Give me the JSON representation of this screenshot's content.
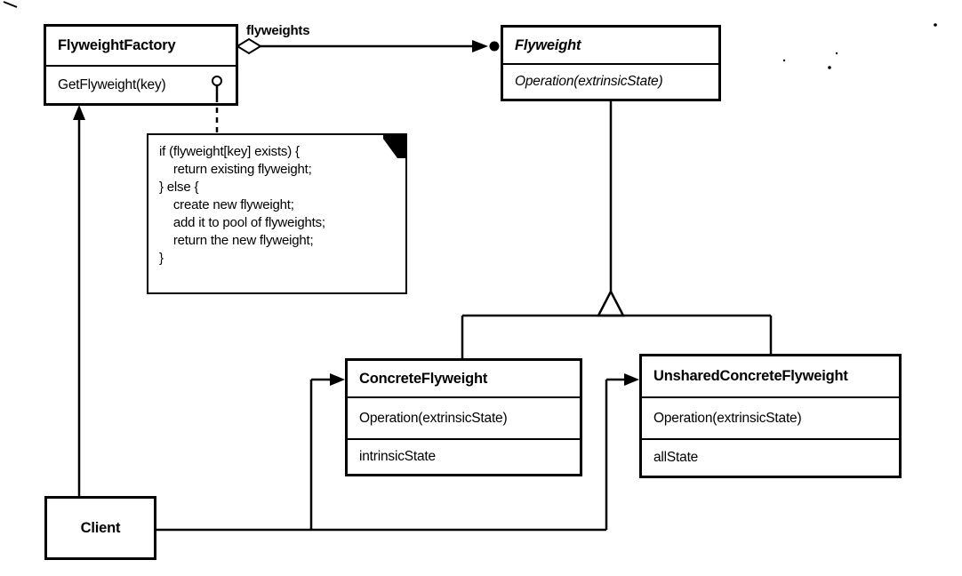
{
  "classes": {
    "flyweight_factory": {
      "name": "FlyweightFactory",
      "methods": [
        "GetFlyweight(key)"
      ]
    },
    "flyweight": {
      "name": "Flyweight",
      "methods": [
        "Operation(extrinsicState)"
      ]
    },
    "concrete_flyweight": {
      "name": "ConcreteFlyweight",
      "methods": [
        "Operation(extrinsicState)"
      ],
      "attributes": [
        "intrinsicState"
      ]
    },
    "unshared_concrete_flyweight": {
      "name": "UnsharedConcreteFlyweight",
      "methods": [
        "Operation(extrinsicState)"
      ],
      "attributes": [
        "allState"
      ]
    },
    "client": {
      "name": "Client"
    }
  },
  "relationships": {
    "aggregation_label": "flyweights"
  },
  "note": {
    "lines": [
      "if (flyweight[key] exists) {",
      "    return existing flyweight;",
      "",
      "} else {",
      "    create new flyweight;",
      "    add it to pool of flyweights;",
      "    return the new flyweight;",
      "}"
    ]
  },
  "colors": {
    "ink": "#000000",
    "paper": "#ffffff"
  }
}
